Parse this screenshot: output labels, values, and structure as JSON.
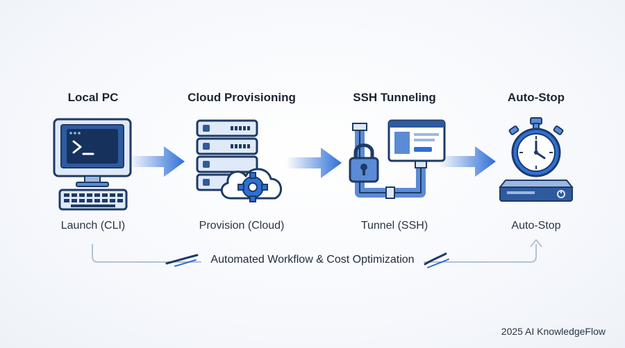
{
  "stages": [
    {
      "title": "Local PC",
      "caption": "Launch (CLI)",
      "icon": "desktop-terminal-icon"
    },
    {
      "title": "Cloud Provisioning",
      "caption": "Provision (Cloud)",
      "icon": "server-cloud-gear-icon"
    },
    {
      "title": "SSH Tunneling",
      "caption": "Tunnel (SSH)",
      "icon": "lock-pipe-tunnel-icon"
    },
    {
      "title": "Auto-Stop",
      "caption": "Auto-Stop",
      "icon": "stopwatch-server-icon"
    }
  ],
  "loop": {
    "label": "Automated Workflow & Cost Optimization"
  },
  "footer": {
    "text": "2025 AI KnowledgeFlow"
  },
  "colors": {
    "accent": "#2f6fd6",
    "dark": "#1e3a66",
    "light": "#dfe9f7",
    "mid": "#5b8bd4"
  }
}
